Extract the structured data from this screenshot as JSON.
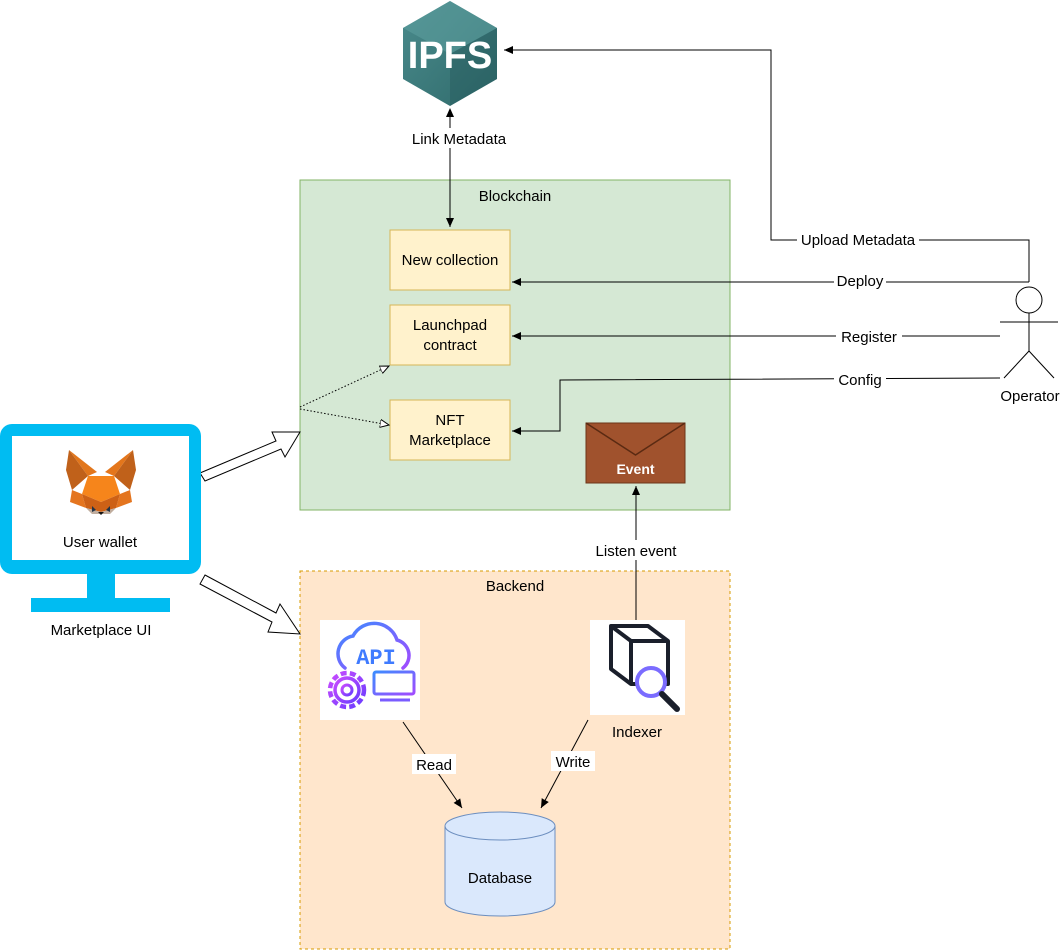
{
  "ipfs": {
    "logo_text": "IPFS",
    "link_label": "Link Metadata",
    "color": "#3a7575"
  },
  "blockchain": {
    "title": "Blockchain",
    "fill": "#d5e8d4",
    "stroke": "#82b366",
    "contracts": [
      {
        "label_line1": "New collection",
        "label_line2": ""
      },
      {
        "label_line1": "Launchpad",
        "label_line2": "contract"
      },
      {
        "label_line1": "NFT",
        "label_line2": "Marketplace"
      }
    ],
    "contract_fill": "#fff2cc",
    "contract_stroke": "#d6b656",
    "event": {
      "label": "Event",
      "fill": "#a0522d"
    }
  },
  "backend": {
    "title": "Backend",
    "fill": "#ffe6cc",
    "stroke": "#d79b00",
    "api_icon_text": "API",
    "indexer_label": "Indexer",
    "database_label": "Database",
    "read_label": "Read",
    "write_label": "Write",
    "listen_label": "Listen event"
  },
  "client": {
    "wallet_label": "User wallet",
    "ui_label": "Marketplace UI",
    "monitor_color": "#00bcf2"
  },
  "operator": {
    "label": "Operator",
    "edges": {
      "upload": "Upload Metadata",
      "deploy": "Deploy",
      "register": "Register",
      "config": "Config"
    }
  }
}
